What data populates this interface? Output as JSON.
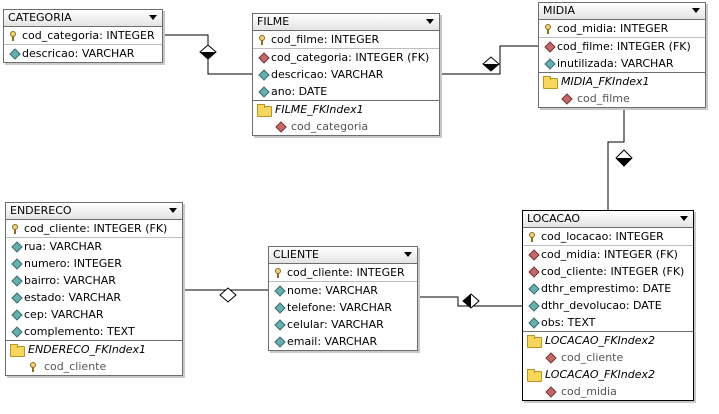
{
  "tables": {
    "categoria": {
      "name": "CATEGORIA",
      "columns": [
        {
          "text": "cod_categoria: INTEGER"
        },
        {
          "text": "descricao: VARCHAR"
        }
      ]
    },
    "filme": {
      "name": "FILME",
      "columns": [
        {
          "text": "cod_filme: INTEGER"
        },
        {
          "text": "cod_categoria: INTEGER (FK)"
        },
        {
          "text": "descricao: VARCHAR"
        },
        {
          "text": "ano: DATE"
        }
      ],
      "indexes": [
        {
          "name": "FILME_FKIndex1",
          "columns": [
            "cod_categoria"
          ]
        }
      ]
    },
    "midia": {
      "name": "MIDIA",
      "columns": [
        {
          "text": "cod_midia: INTEGER"
        },
        {
          "text": "cod_filme: INTEGER (FK)"
        },
        {
          "text": "inutilizada: VARCHAR"
        }
      ],
      "indexes": [
        {
          "name": "MIDIA_FKIndex1",
          "columns": [
            "cod_filme"
          ]
        }
      ]
    },
    "endereco": {
      "name": "ENDERECO",
      "columns": [
        {
          "text": "cod_cliente: INTEGER (FK)"
        },
        {
          "text": "rua: VARCHAR"
        },
        {
          "text": "numero: INTEGER"
        },
        {
          "text": "bairro: VARCHAR"
        },
        {
          "text": "estado: VARCHAR"
        },
        {
          "text": "cep: VARCHAR"
        },
        {
          "text": "complemento: TEXT"
        }
      ],
      "indexes": [
        {
          "name": "ENDERECO_FKIndex1",
          "columns": [
            "cod_cliente"
          ]
        }
      ]
    },
    "cliente": {
      "name": "CLIENTE",
      "columns": [
        {
          "text": "cod_cliente: INTEGER"
        },
        {
          "text": "nome: VARCHAR"
        },
        {
          "text": "telefone: VARCHAR"
        },
        {
          "text": "celular: VARCHAR"
        },
        {
          "text": "email: VARCHAR"
        }
      ]
    },
    "locacao": {
      "name": "LOCACAO",
      "columns": [
        {
          "text": "cod_locacao: INTEGER"
        },
        {
          "text": "cod_midia: INTEGER (FK)"
        },
        {
          "text": "cod_cliente: INTEGER (FK)"
        },
        {
          "text": "dthr_emprestimo: DATE"
        },
        {
          "text": "dthr_devolucao: DATE"
        },
        {
          "text": "obs: TEXT"
        }
      ],
      "indexes": [
        {
          "name": "LOCACAO_FKIndex2",
          "columns": [
            "cod_cliente"
          ]
        },
        {
          "name": "LOCACAO_FKIndex2",
          "columns": [
            "cod_midia"
          ]
        }
      ]
    }
  },
  "colors": {
    "line": "#000000",
    "border": "#6e6e6e",
    "column_icon": "#66b0b0",
    "fk_icon": "#c26a6a",
    "key_icon": "#f1d27a",
    "folder_icon": "#f6d75b"
  }
}
